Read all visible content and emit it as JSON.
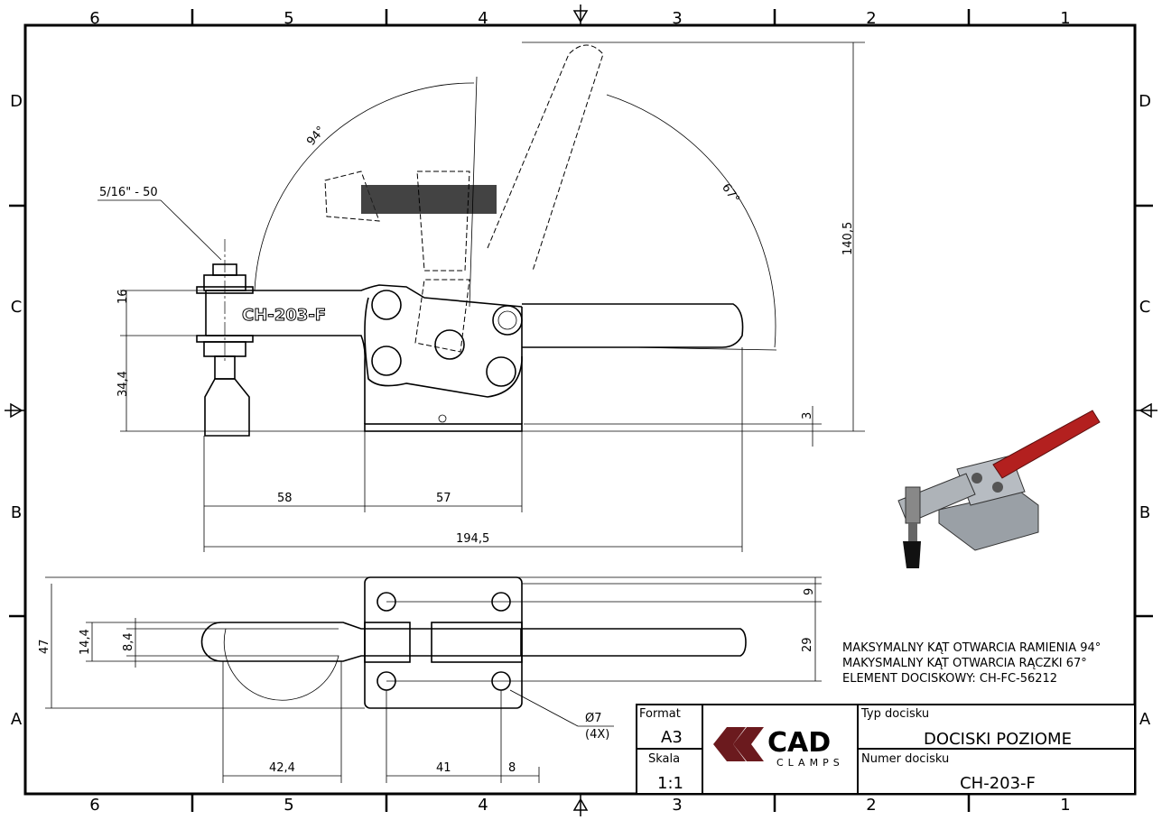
{
  "sheet": {
    "zones_columns": [
      "6",
      "5",
      "4",
      "3",
      "2",
      "1"
    ],
    "zones_rows": [
      "D",
      "C",
      "B",
      "A"
    ]
  },
  "side_view": {
    "arm_marking": "CH-203-F",
    "thread_callout": "5/16\" - 50",
    "dims": {
      "arm_height": "16",
      "spindle_height": "34,4",
      "overall_height": "140,5",
      "base_thickness": "3",
      "spindle_to_base": "58",
      "base_length": "57",
      "overall_length": "194,5",
      "arm_angle": "94°",
      "handle_angle": "67°"
    }
  },
  "top_view": {
    "dims": {
      "base_width": "47",
      "slot_width": "14,4",
      "slot_inner": "8,4",
      "hole_edge": "9",
      "hole_spacing_y": "29",
      "slot_length": "42,4",
      "hole_spacing_x": "41",
      "hole_edge_x": "8",
      "hole_dia": "Ø7",
      "hole_count": "(4X)"
    }
  },
  "notes": [
    "MAKSYMALNY KĄT OTWARCIA RAMIENIA 94°",
    "MAKYSMALNY KĄT OTWARCIA RĄCZKI 67°",
    "ELEMENT DOCISKOWY: CH-FC-56212"
  ],
  "title_block": {
    "format_label": "Format",
    "format_value": "A3",
    "scale_label": "Skala",
    "scale_value": "1:1",
    "logo_main": "CAD",
    "logo_sub": "CLAMPS",
    "type_label": "Typ docisku",
    "type_value": "DOCISKI POZIOME",
    "number_label": "Numer docisku",
    "number_value": "CH-203-F"
  },
  "colors": {
    "logo": "#6b1a1e",
    "handle_red": "#b3201f"
  }
}
